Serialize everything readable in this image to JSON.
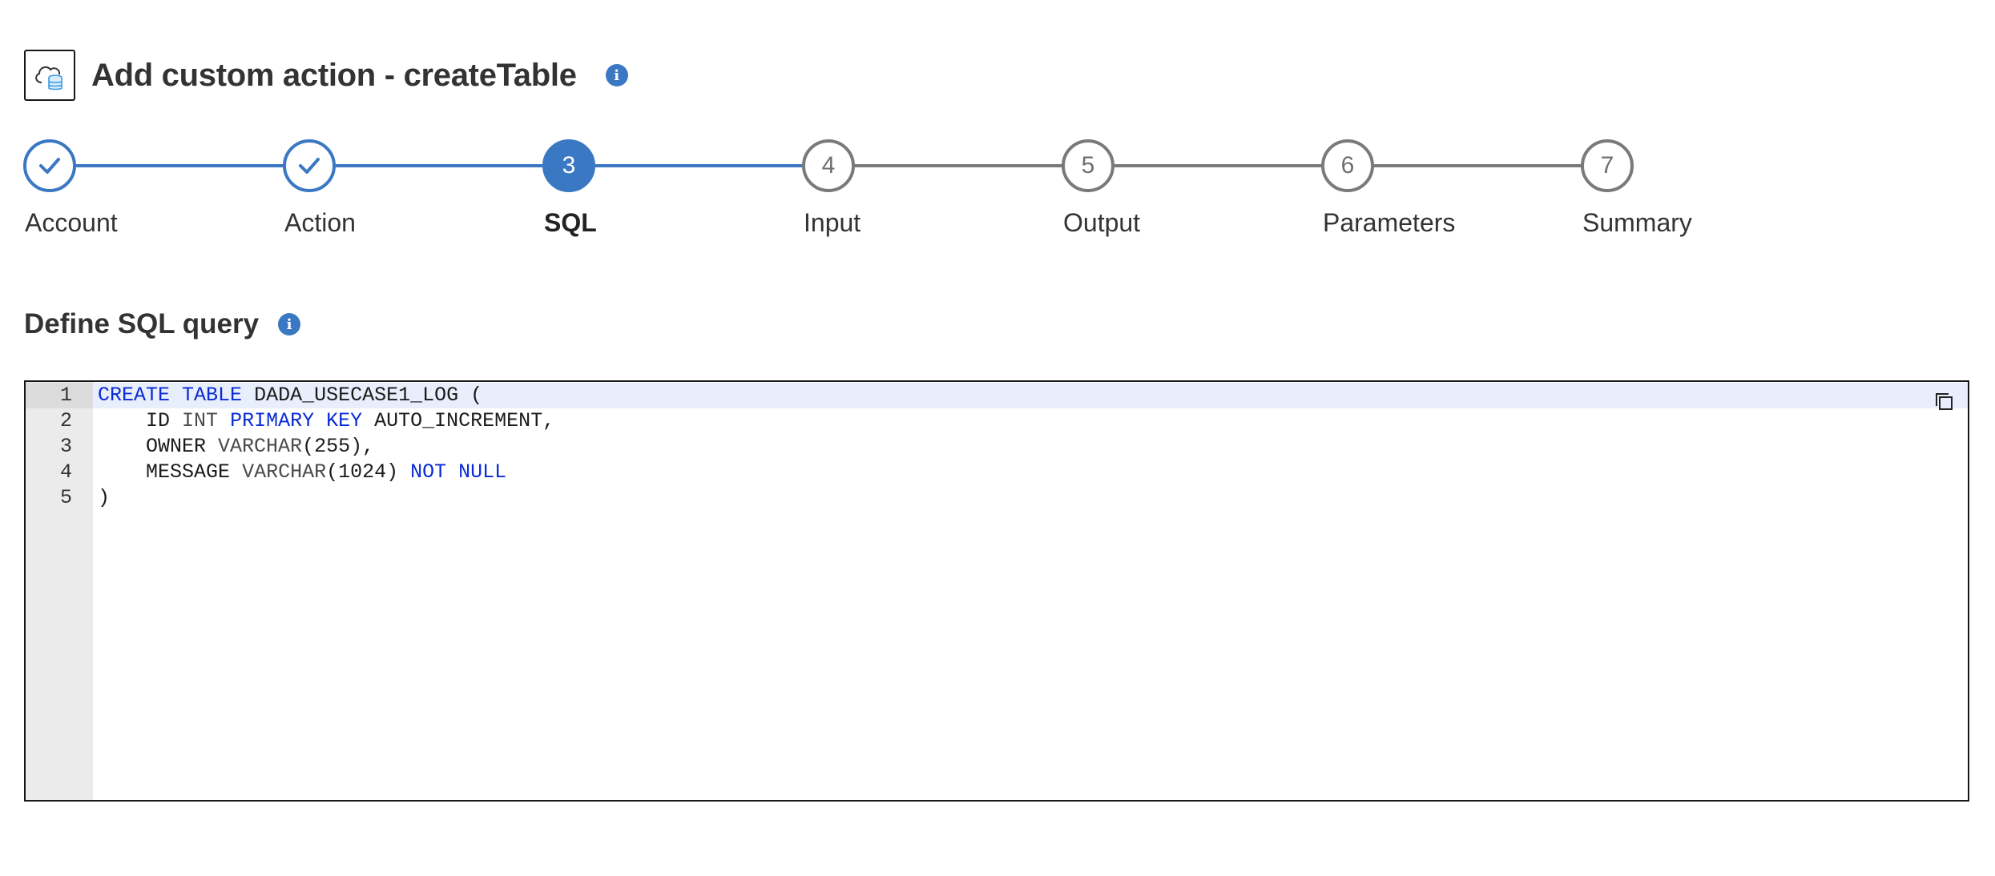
{
  "header": {
    "title": "Add custom action - createTable",
    "icon": "cloud-database-icon",
    "info_icon": "info-icon"
  },
  "stepper": {
    "current_step": 3,
    "accent_color": "#3b78c3",
    "pending_color": "#7a7a7a",
    "steps": [
      {
        "number": "1",
        "label": "Account",
        "status": "complete"
      },
      {
        "number": "2",
        "label": "Action",
        "status": "complete"
      },
      {
        "number": "3",
        "label": "SQL",
        "status": "current"
      },
      {
        "number": "4",
        "label": "Input",
        "status": "pending"
      },
      {
        "number": "5",
        "label": "Output",
        "status": "pending"
      },
      {
        "number": "6",
        "label": "Parameters",
        "status": "pending"
      },
      {
        "number": "7",
        "label": "Summary",
        "status": "pending"
      }
    ]
  },
  "section": {
    "title": "Define SQL query"
  },
  "editor": {
    "copy_icon": "copy-icon",
    "lines": [
      {
        "number": "1",
        "text": "CREATE TABLE DADA_USECASE1_LOG ("
      },
      {
        "number": "2",
        "text": "    ID INT PRIMARY KEY AUTO_INCREMENT,"
      },
      {
        "number": "3",
        "text": "    OWNER VARCHAR(255),"
      },
      {
        "number": "4",
        "text": "    MESSAGE VARCHAR(1024) NOT NULL"
      },
      {
        "number": "5",
        "text": ")"
      }
    ]
  }
}
